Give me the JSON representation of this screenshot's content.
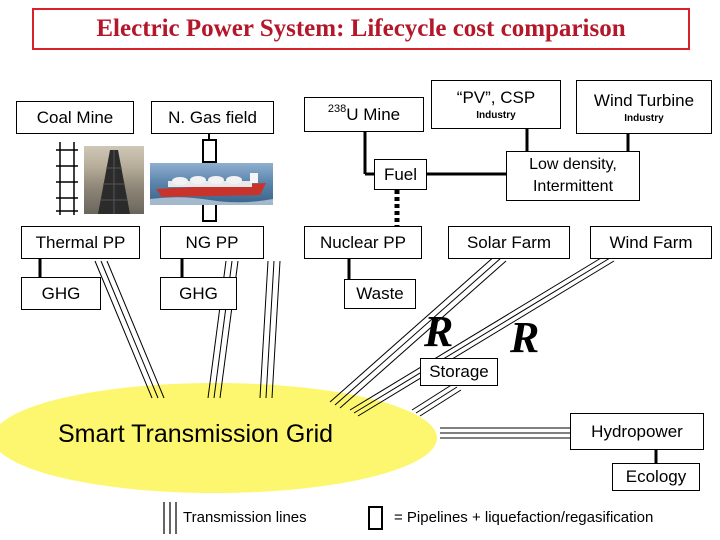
{
  "title": "Electric Power System: Lifecycle cost comparison",
  "sources": {
    "coal_mine": "Coal Mine",
    "gas_field": "N. Gas field",
    "uranium_mine_sup": "238",
    "uranium_mine": "U Mine",
    "pv_csp": "“PV”, CSP",
    "pv_sub": "Industry",
    "wind_turbine": "Wind Turbine",
    "wind_sub": "Industry"
  },
  "intermediate": {
    "fuel": "Fuel",
    "low_density_line1": "Low density,",
    "low_density_line2": "Intermittent"
  },
  "plants": {
    "thermal": "Thermal PP",
    "ng": "NG PP",
    "nuclear": "Nuclear PP",
    "solar": "Solar Farm",
    "wind": "Wind Farm"
  },
  "outputs": {
    "ghg_1": "GHG",
    "ghg_2": "GHG",
    "waste": "Waste",
    "storage": "Storage",
    "hydropower": "Hydropower",
    "ecology": "Ecology"
  },
  "grid": {
    "label": "Smart Transmission Grid",
    "fill_color": "#fdf76f"
  },
  "legend": {
    "transmission": "Transmission lines",
    "pipelines": "= Pipelines + liquefaction/regasification"
  },
  "colors": {
    "title_border": "#d9212c",
    "title_text": "#b4172a"
  }
}
